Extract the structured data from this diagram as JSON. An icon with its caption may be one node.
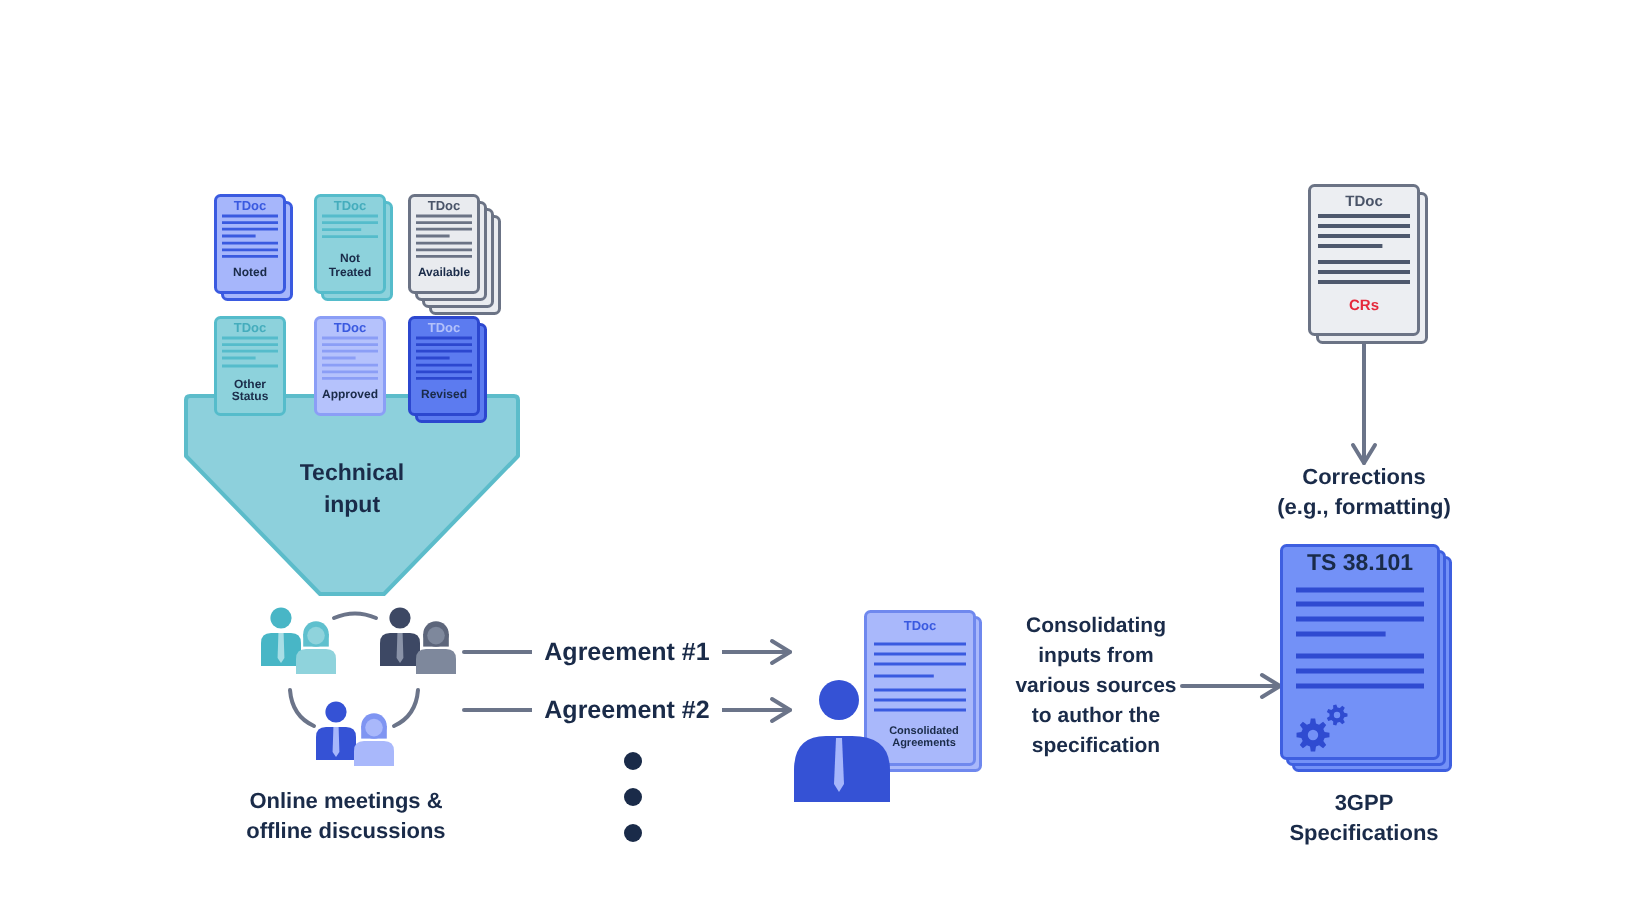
{
  "diagram": {
    "nodes": [
      {
        "text": [
          "TDoc",
          "Noted"
        ]
      },
      {
        "text": [
          "TDoc",
          "Not Treated"
        ]
      },
      {
        "text": [
          "TDoc",
          "Available"
        ]
      },
      {
        "text": [
          "TDoc",
          "Other Status"
        ]
      },
      {
        "text": [
          "TDoc",
          "Approved"
        ]
      },
      {
        "text": [
          "TDoc",
          "Revised"
        ]
      },
      {
        "text": [
          "Technical input"
        ]
      },
      {
        "text": [],
        "shape": "picture",
        "beside": [
          "Online meetings & offline discussions"
        ]
      },
      {
        "text": [
          "TDoc",
          "Consolidated Agreements"
        ]
      },
      {
        "text": [
          "Consolidating inputs from various sources to author the specification"
        ]
      },
      {
        "text": [
          "TDoc",
          "CRs"
        ]
      },
      {
        "text": [
          "Corrections (e.g., formatting)"
        ]
      },
      {
        "text": [
          "TS 38.101"
        ],
        "beside": [
          "3GPP Specifications"
        ]
      }
    ],
    "edges": [
      {
        "from": 7,
        "to": 8,
        "arrow": "to",
        "label": "Agreement #1"
      },
      {
        "from": 7,
        "to": 8,
        "arrow": "to",
        "label": "Agreement #2"
      },
      {
        "from": 9,
        "to": 12,
        "arrow": "to"
      },
      {
        "from": 10,
        "to": 11,
        "arrow": "to"
      }
    ]
  }
}
